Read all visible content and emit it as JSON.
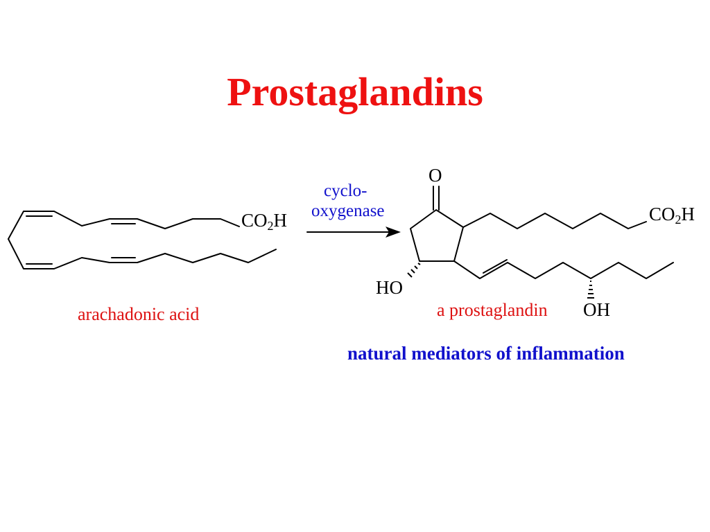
{
  "title": "Prostaglandins",
  "reactant": {
    "label": "arachadonic acid",
    "acid_group": {
      "prefix": "CO",
      "sub": "2",
      "suffix": "H"
    }
  },
  "reagent": {
    "line1": "cyclo-",
    "line2": "oxygenase"
  },
  "product": {
    "label": "a prostaglandin",
    "ketone_oxygen": "O",
    "acid_group": {
      "prefix": "CO",
      "sub": "2",
      "suffix": "H"
    },
    "ring_hydroxyl": "HO",
    "chain_hydroxyl": "OH"
  },
  "tagline": "natural mediators of inflammation",
  "colors": {
    "title": "#ee1111",
    "caption_red": "#dd1111",
    "caption_blue": "#1111cc",
    "bonds": "#000000"
  }
}
